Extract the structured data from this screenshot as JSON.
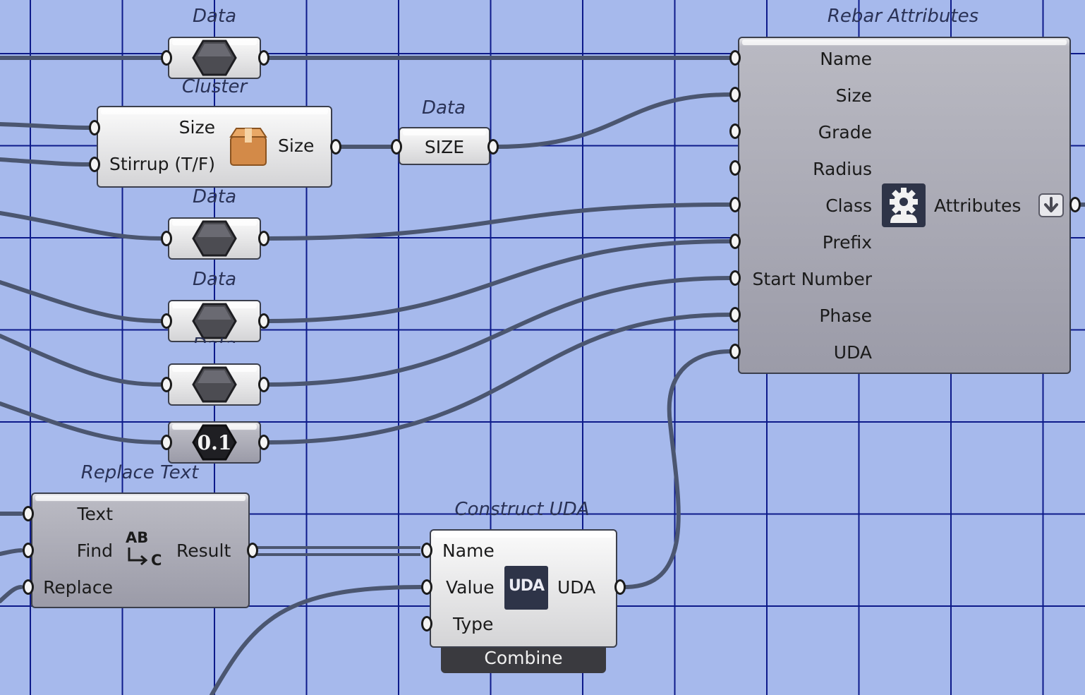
{
  "canvas": {
    "background": "#a6b9ec",
    "grid_color": "#0d1a8a",
    "wire_color": "#4b5670"
  },
  "data_param_1": {
    "title": "Data",
    "icon": "hexagon-icon"
  },
  "cluster": {
    "title": "Cluster",
    "inputs": [
      "Size",
      "Stirrup (T/F)"
    ],
    "output": "Size",
    "icon": "package-box-icon"
  },
  "data_size": {
    "title": "Data",
    "value": "SIZE"
  },
  "data_param_2": {
    "title": "Data",
    "icon": "hexagon-icon"
  },
  "data_param_3": {
    "title": "Data",
    "icon": "hexagon-icon"
  },
  "data_param_4": {
    "title": "Data",
    "icon": "hexagon-icon"
  },
  "number_param": {
    "value": "0.1",
    "icon": "number-hexagon-icon"
  },
  "rebar_attributes": {
    "title": "Rebar Attributes",
    "inputs": [
      "Name",
      "Size",
      "Grade",
      "Radius",
      "Class",
      "Prefix",
      "Start Number",
      "Phase",
      "UDA"
    ],
    "output": "Attributes",
    "icon": "gear-person-icon",
    "menu_icon": "arrow-down-icon"
  },
  "replace_text": {
    "title": "Replace Text",
    "inputs": [
      "Text",
      "Find",
      "Replace"
    ],
    "output": "Result",
    "icon_text": [
      "AB",
      "C"
    ]
  },
  "construct_uda": {
    "title": "Construct UDA",
    "inputs": [
      "Name",
      "Value",
      "Type"
    ],
    "output": "UDA",
    "icon_text": "UDA",
    "mode": "Combine"
  }
}
